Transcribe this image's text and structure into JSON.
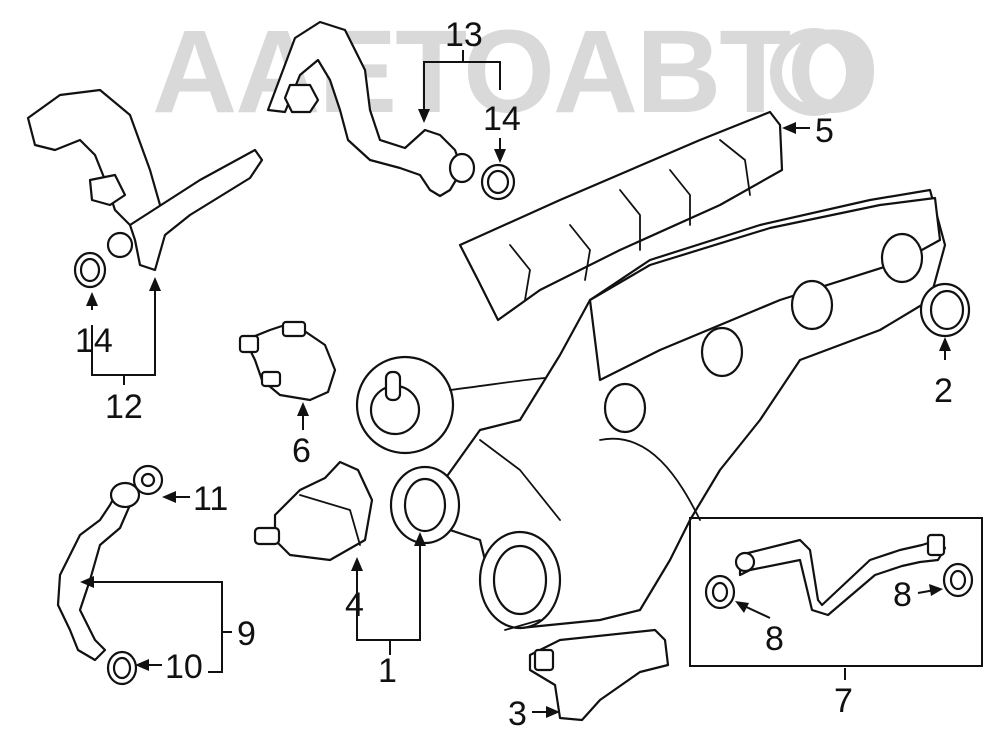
{
  "watermark": {
    "brand": "AAETOABTO"
  },
  "callouts": [
    "1",
    "2",
    "3",
    "4",
    "5",
    "6",
    "7",
    "8",
    "8",
    "9",
    "10",
    "11",
    "12",
    "13",
    "14",
    "14"
  ],
  "parts": {
    "turbocharger": "turbocharger-icon",
    "gasket": "gasket-ring-icon",
    "bracket": "support-bracket-icon",
    "actuator": "wastegate-actuator-icon",
    "heat_shield": "heat-shield-icon",
    "valve": "pressure-converter-valve-icon",
    "coolant_line": "coolant-line-icon",
    "oil_line": "oil-feed-line-icon",
    "coolant_hose": "coolant-hose-icon"
  },
  "colors": {
    "line": "#111111",
    "watermark": "#d9d9d9",
    "background": "#ffffff"
  }
}
